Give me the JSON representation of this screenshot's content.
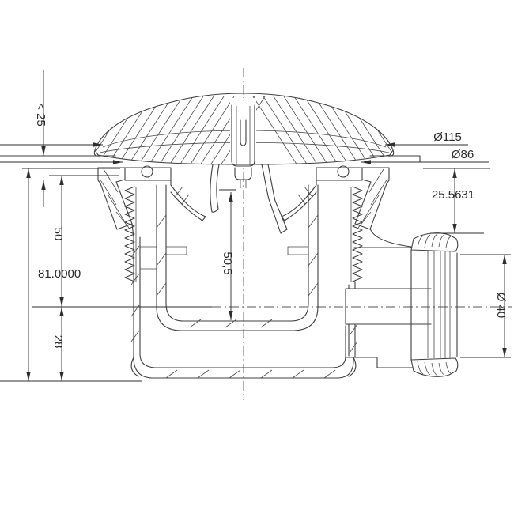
{
  "drawing": {
    "kind": "technical-section-drawing",
    "background": "#ffffff",
    "line_color": "#3f3f3f",
    "dim_color": "#2e2e2e",
    "dimensions": {
      "max_panel_thickness": {
        "label": "< 25"
      },
      "cap_diameter": {
        "label": "Ø115"
      },
      "flange_diameter": {
        "label": "Ø86"
      },
      "flange_to_nut": {
        "label": "25.5631"
      },
      "upper_depth": {
        "label": "50"
      },
      "inner_depth": {
        "label": "50,5"
      },
      "total_height": {
        "label": "81.0000"
      },
      "lower_height": {
        "label": "28"
      },
      "outlet_diameter": {
        "label": "Ø 40"
      }
    }
  }
}
